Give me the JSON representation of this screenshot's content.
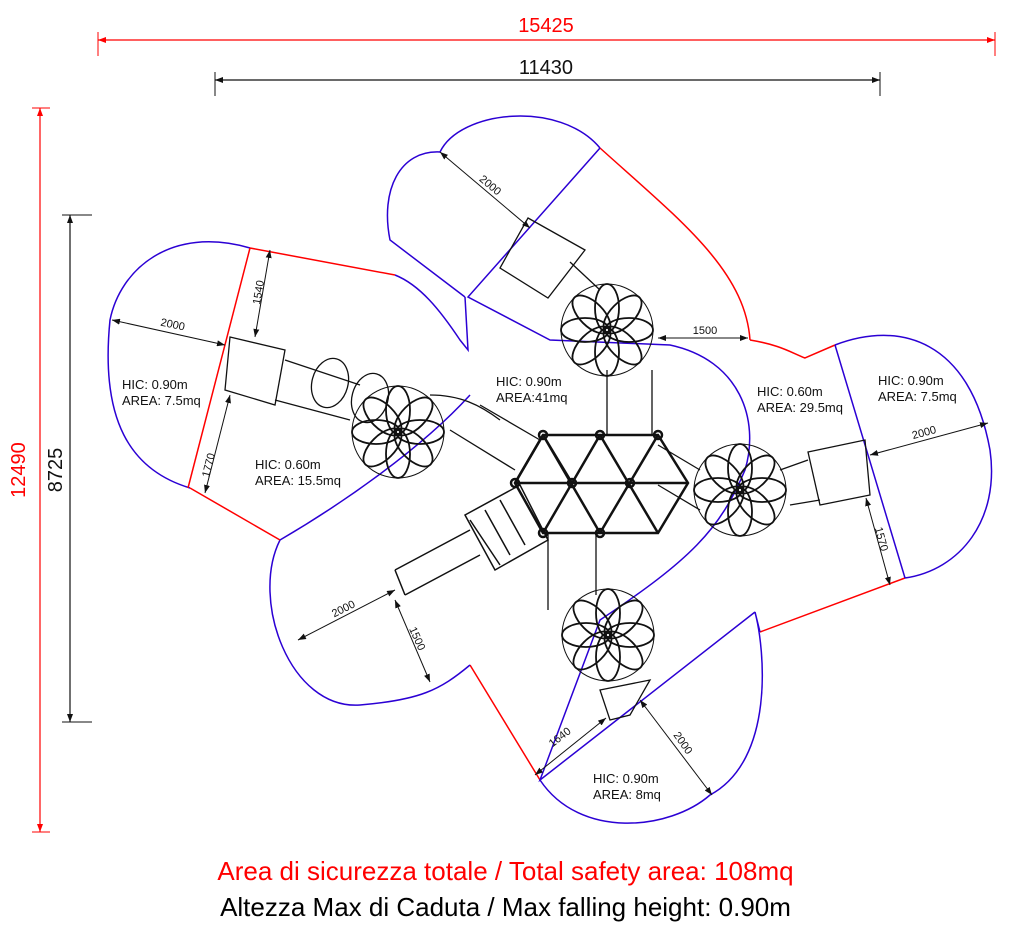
{
  "colors": {
    "boundary_blue": "#2b00d4",
    "boundary_red": "#ff0000",
    "dimension_red": "#ff0000",
    "line": "#111111"
  },
  "dimensions": {
    "overall_width": "15425",
    "structure_width": "11430",
    "overall_height": "12490",
    "structure_height": "8725",
    "top_slide_clearance": "2000",
    "left_slide_side_top": "1540",
    "left_slide_clearance": "2000",
    "left_slide_side_bottom": "1770",
    "right_gap": "1500",
    "right_slide_clearance": "2000",
    "right_slide_side": "1570",
    "lower_left_clearance": "2000",
    "lower_left_side": "1500",
    "bottom_side": "1640",
    "bottom_clearance": "2000"
  },
  "zones": [
    {
      "hic": "HIC: 0.90m",
      "area": "AREA: 7.5mq"
    },
    {
      "hic": "HIC: 0.60m",
      "area": "AREA: 15.5mq"
    },
    {
      "hic": "HIC: 0.90m",
      "area": "AREA:41mq"
    },
    {
      "hic": "HIC: 0.60m",
      "area": "AREA: 29.5mq"
    },
    {
      "hic": "HIC: 0.90m",
      "area": "AREA: 7.5mq"
    },
    {
      "hic": "HIC: 0.90m",
      "area": "AREA: 8mq"
    }
  ],
  "footer": {
    "total_area": "Area di sicurezza totale / Total safety area: 108mq",
    "max_height": "Altezza Max di Caduta / Max falling height: 0.90m"
  }
}
